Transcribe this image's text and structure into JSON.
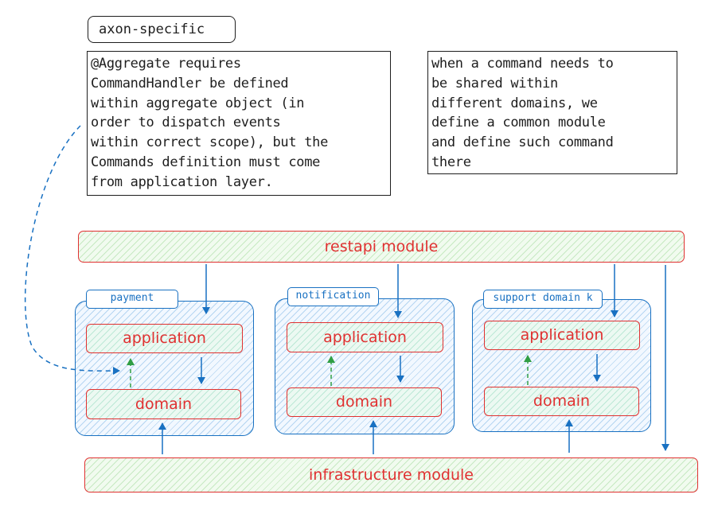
{
  "tag_label": "axon-specific",
  "notes": {
    "aggregate_note": "@Aggregate requires\nCommandHandler be defined\nwithin aggregate object (in\norder to dispatch events\nwithin correct scope), but the\nCommands definition must come\nfrom application layer.",
    "shared_command_note": "when a command needs to\nbe shared within\ndifferent domains, we\ndefine a common module\nand define such command\nthere"
  },
  "modules": {
    "restapi": "restapi module",
    "infrastructure": "infrastructure module"
  },
  "domains": [
    {
      "name": "payment",
      "application": "application",
      "domain": "domain"
    },
    {
      "name": "notification",
      "application": "application",
      "domain": "domain"
    },
    {
      "name": "support domain k",
      "application": "application",
      "domain": "domain"
    }
  ],
  "colors": {
    "red": "#e03131",
    "blue": "#1971c2",
    "green": "#2f9e44",
    "ink": "#1e1e1e"
  }
}
